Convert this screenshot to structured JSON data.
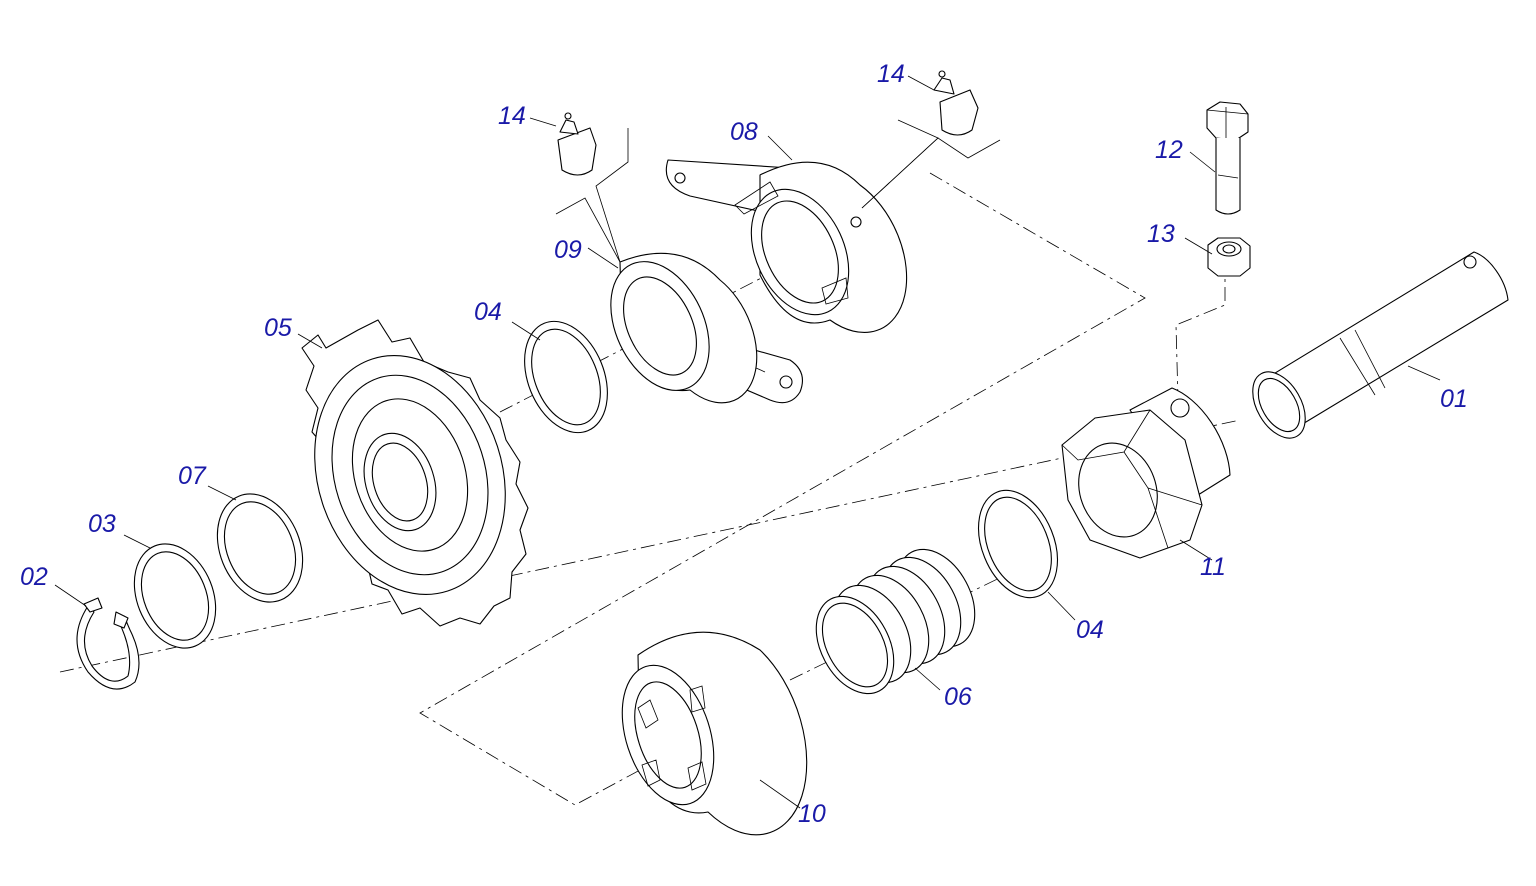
{
  "diagram": {
    "type": "exploded-parts-view",
    "callout_color": "#1a1aa8",
    "line_color": "#000000",
    "background": "#ffffff",
    "callouts": {
      "c01": "01",
      "c02": "02",
      "c03": "03",
      "c04a": "04",
      "c04b": "04",
      "c05": "05",
      "c06": "06",
      "c07": "07",
      "c08": "08",
      "c09": "09",
      "c10": "10",
      "c11": "11",
      "c12": "12",
      "c13": "13",
      "c14a": "14",
      "c14b": "14"
    }
  }
}
